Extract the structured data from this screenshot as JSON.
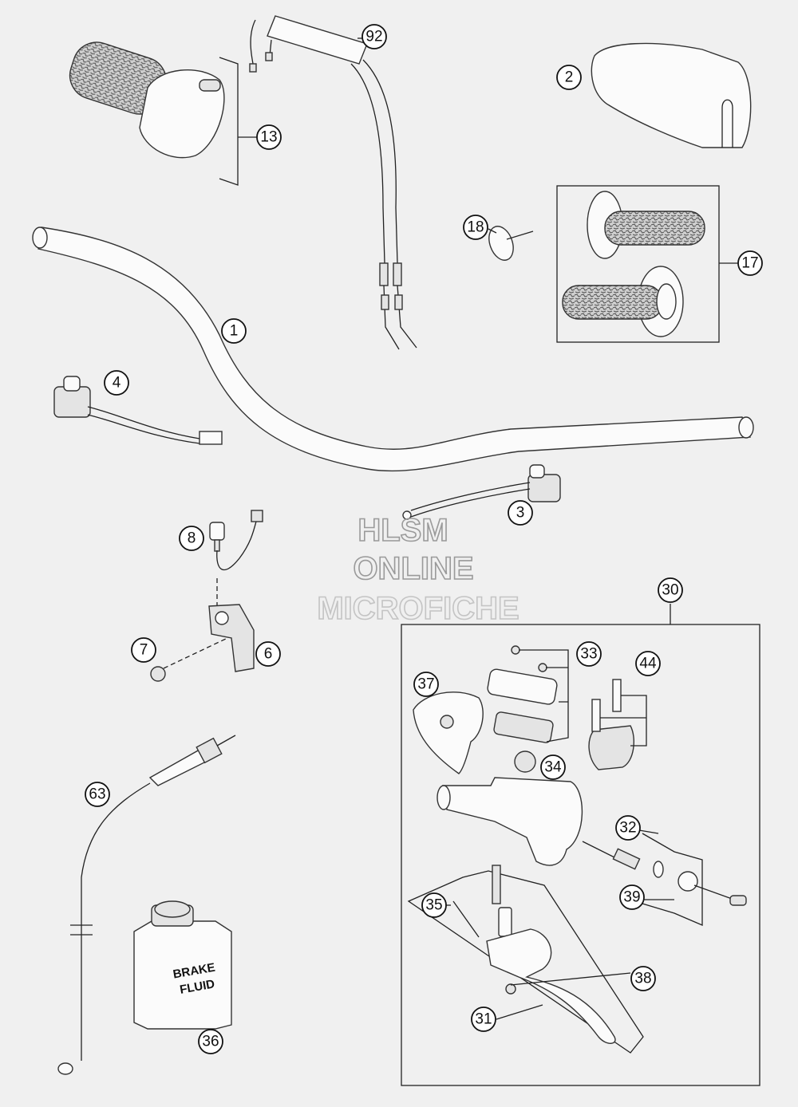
{
  "callouts": [
    {
      "id": "c1",
      "label": "1"
    },
    {
      "id": "c2",
      "label": "2"
    },
    {
      "id": "c3",
      "label": "3"
    },
    {
      "id": "c4",
      "label": "4"
    },
    {
      "id": "c6",
      "label": "6"
    },
    {
      "id": "c7",
      "label": "7"
    },
    {
      "id": "c8",
      "label": "8"
    },
    {
      "id": "c13",
      "label": "13"
    },
    {
      "id": "c17",
      "label": "17"
    },
    {
      "id": "c18",
      "label": "18"
    },
    {
      "id": "c30",
      "label": "30"
    },
    {
      "id": "c31",
      "label": "31"
    },
    {
      "id": "c32",
      "label": "32"
    },
    {
      "id": "c33",
      "label": "33"
    },
    {
      "id": "c34",
      "label": "34"
    },
    {
      "id": "c35",
      "label": "35"
    },
    {
      "id": "c36",
      "label": "36"
    },
    {
      "id": "c37",
      "label": "37"
    },
    {
      "id": "c38",
      "label": "38"
    },
    {
      "id": "c39",
      "label": "39"
    },
    {
      "id": "c44",
      "label": "44"
    },
    {
      "id": "c63",
      "label": "63"
    },
    {
      "id": "c92",
      "label": "92"
    }
  ],
  "brake_fluid_label": {
    "line1": "BRAKE",
    "line2": "FLUID"
  },
  "watermark": {
    "line1": "HLSM",
    "line2": "ONLINE",
    "line3": "MICROFICHE",
    "color": "#9a9a9a"
  }
}
